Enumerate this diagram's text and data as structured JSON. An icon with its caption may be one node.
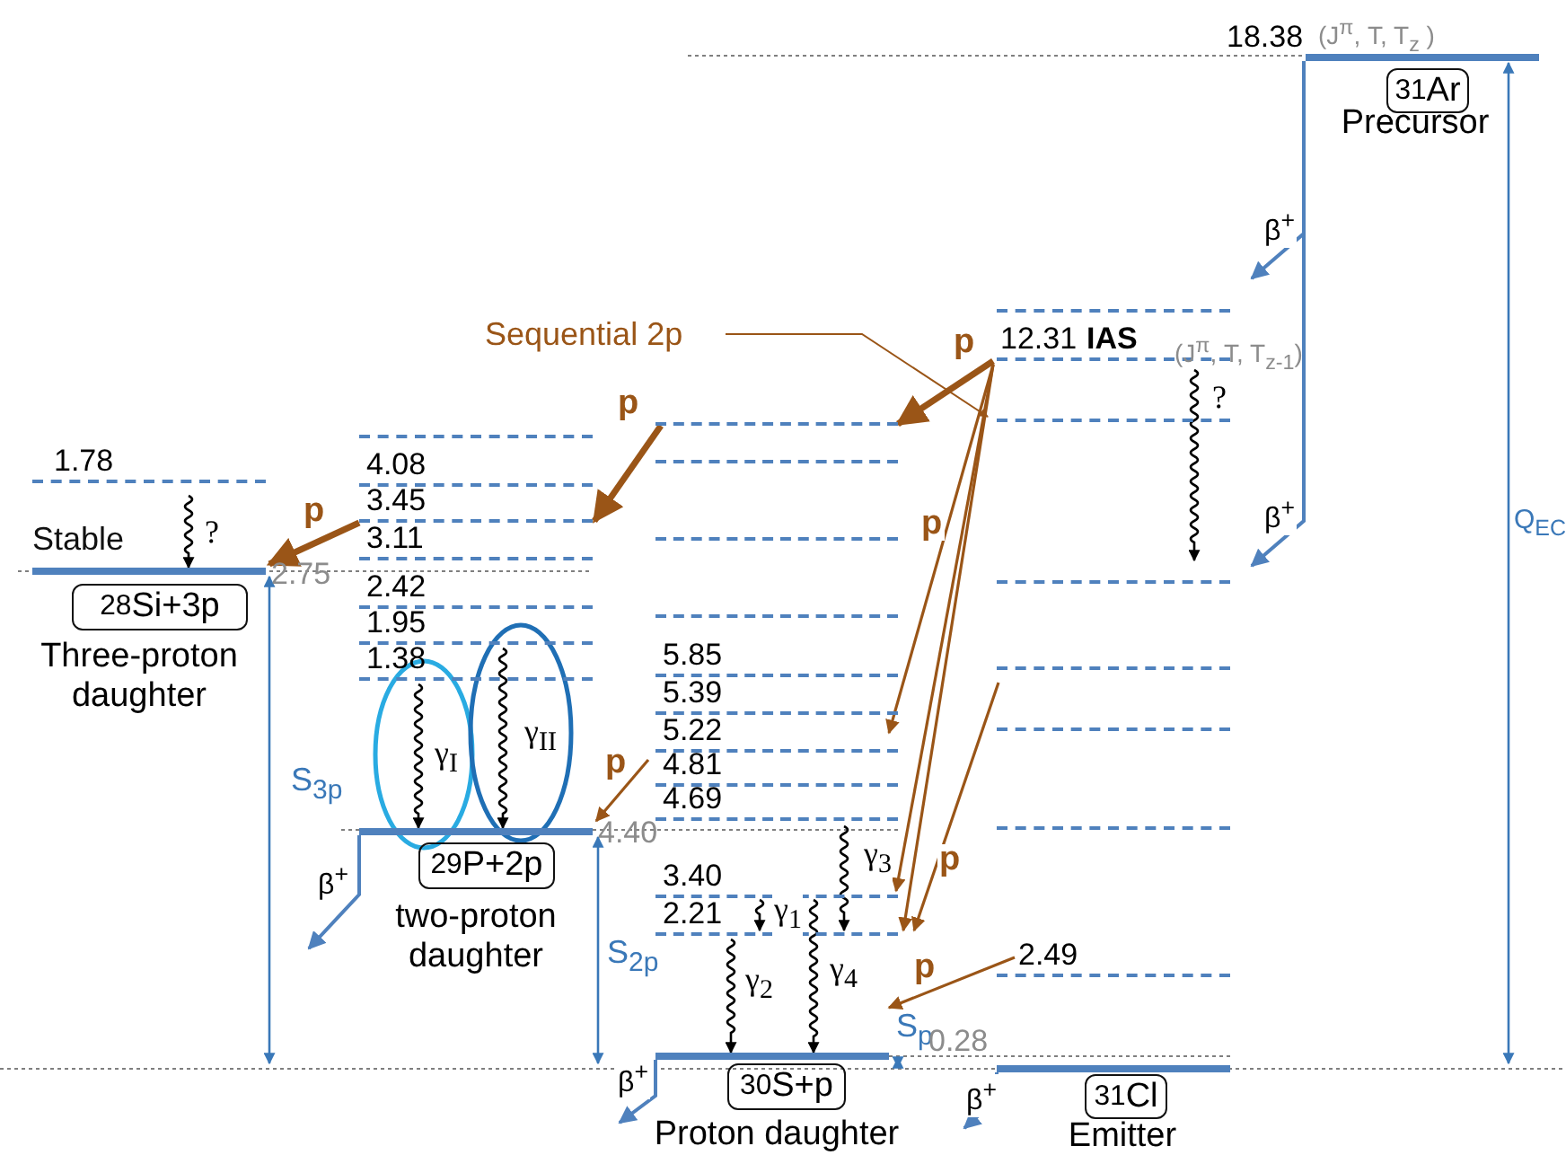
{
  "diagram": {
    "nodes": [
      {
        "text": [
          "1.78"
        ]
      },
      {
        "text": [],
        "shape": "bar",
        "beside": [
          "2.75"
        ]
      },
      {
        "text": [
          "$^{28}$Si+3p"
        ],
        "beside": [
          "Three-proton daughter"
        ]
      },
      {
        "text": [],
        "shape": "line"
      },
      {
        "text": [
          "4.08"
        ]
      },
      {
        "text": [
          "3.45"
        ]
      },
      {
        "text": [
          "3.11"
        ]
      },
      {
        "text": [
          "2.42"
        ]
      },
      {
        "text": [
          "1.95"
        ]
      },
      {
        "text": [
          "1.38"
        ]
      },
      {
        "text": [],
        "shape": "bar",
        "beside": [
          "4.40"
        ]
      },
      {
        "text": [
          "$^{29}$P+2p"
        ],
        "beside": [
          "two-proton daughter"
        ]
      },
      {
        "text": [],
        "shape": "line"
      },
      {
        "text": [],
        "shape": "line"
      },
      {
        "text": [],
        "shape": "line"
      },
      {
        "text": [],
        "shape": "line"
      },
      {
        "text": [
          "5.85"
        ]
      },
      {
        "text": [
          "5.39"
        ]
      },
      {
        "text": [
          "5.22"
        ]
      },
      {
        "text": [
          "4.81"
        ]
      },
      {
        "text": [
          "4.69"
        ]
      },
      {
        "text": [
          "3.40"
        ]
      },
      {
        "text": [
          "2.21"
        ]
      },
      {
        "text": [],
        "shape": "bar"
      },
      {
        "text": [
          "$^{30}$S+p"
        ],
        "beside": [
          "Proton daughter"
        ]
      },
      {
        "text": [],
        "shape": "line"
      },
      {
        "text": [
          "12.31",
          "IAS"
        ],
        "beside": [
          "(J$^{π}$, T, T$_{z-1}$)"
        ]
      },
      {
        "text": [],
        "shape": "line"
      },
      {
        "text": [],
        "shape": "line"
      },
      {
        "text": [],
        "shape": "line"
      },
      {
        "text": [],
        "shape": "line"
      },
      {
        "text": [],
        "shape": "line"
      },
      {
        "text": [
          "2.49"
        ]
      },
      {
        "text": [],
        "shape": "bar"
      },
      {
        "text": [
          "$^{31}$Cl"
        ],
        "beside": [
          "Emitter"
        ]
      },
      {
        "text": [
          "18.38"
        ],
        "beside": [
          "(J$^{π}$, T, T$_{z}$ )"
        ]
      },
      {
        "text": [
          "$^{31}$Ar"
        ],
        "beside": [
          "Precursor"
        ]
      },
      {
        "text": [
          "Sequential 2p"
        ]
      }
    ],
    "edges": [
      {
        "from": 26,
        "to": 12,
        "arrow": "to",
        "label": "p",
        "style": "thick"
      },
      {
        "from": 12,
        "to": 5,
        "arrow": "to",
        "label": "p",
        "style": "thick"
      },
      {
        "from": 5,
        "to": 1,
        "arrow": "to",
        "label": "p",
        "style": "thick"
      },
      {
        "from": 18,
        "to": 10,
        "arrow": "to",
        "label": "p"
      },
      {
        "from": 26,
        "to": 18,
        "arrow": "to",
        "label": "p"
      },
      {
        "from": 26,
        "to": 21,
        "arrow": "to"
      },
      {
        "from": 26,
        "to": 22,
        "arrow": "to"
      },
      {
        "from": 29,
        "to": 22,
        "arrow": "to",
        "label": "p"
      },
      {
        "from": 32,
        "to": 23,
        "arrow": "to",
        "label": "p"
      },
      {
        "from": 37,
        "to": 27,
        "arrow": "to"
      },
      {
        "from": 0,
        "to": 1,
        "arrow": "to",
        "label": "?",
        "color": "#000000"
      },
      {
        "from": 26,
        "to": 28,
        "arrow": "to",
        "label": "?",
        "color": "#000000"
      },
      {
        "from": 9,
        "to": 10,
        "arrow": "to",
        "label": "γ$_{I}$",
        "color": "#000000"
      },
      {
        "from": 8,
        "to": 10,
        "arrow": "to",
        "label": "γ$_{II}$",
        "color": "#000000"
      },
      {
        "from": 20,
        "to": 22,
        "arrow": "to",
        "label": "γ$_{3}$",
        "color": "#000000"
      },
      {
        "from": 21,
        "to": 22,
        "arrow": "to",
        "label": "γ$_{1}$",
        "color": "#000000"
      },
      {
        "from": 22,
        "to": 23,
        "arrow": "to",
        "label": "γ$_{2}$",
        "color": "#000000"
      },
      {
        "from": 21,
        "to": 23,
        "arrow": "to",
        "label": "γ$_{4}$",
        "color": "#000000"
      },
      {
        "from": 35,
        "to": 25,
        "arrow": "to",
        "label": "β$^{+}$",
        "color": "#4f81bd"
      },
      {
        "from": 35,
        "to": 28,
        "arrow": "to",
        "label": "β$^{+}$",
        "color": "#4f81bd"
      },
      {
        "from": 10,
        "to": null,
        "arrow": "to",
        "label": "β$^{+}$",
        "color": "#4f81bd"
      },
      {
        "from": 23,
        "to": 24,
        "arrow": "to",
        "label": "β$^{+}$",
        "color": "#4f81bd"
      },
      {
        "from": 33,
        "to": null,
        "arrow": "to",
        "label": "β$^{+}$",
        "color": "#4f81bd"
      }
    ],
    "labels": [
      "Stable",
      "S$_{3p}$",
      "S$_{2p}$",
      "S$_{p}$",
      "0.28",
      "Q$_{EC}$"
    ]
  }
}
